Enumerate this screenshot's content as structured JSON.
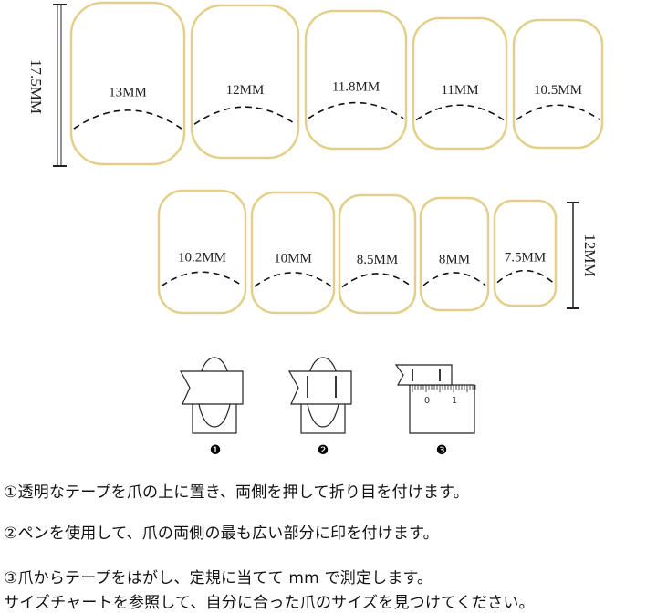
{
  "colors": {
    "nail_outline": "#e2d08a",
    "line": "#111111"
  },
  "length_rulers": [
    {
      "label": "17.5MM"
    },
    {
      "label": "12MM"
    }
  ],
  "nails": [
    {
      "label": "13MM"
    },
    {
      "label": "12MM"
    },
    {
      "label": "11.8MM"
    },
    {
      "label": "11MM"
    },
    {
      "label": "10.5MM"
    },
    {
      "label": "10.2MM"
    },
    {
      "label": "10MM"
    },
    {
      "label": "8.5MM"
    },
    {
      "label": "8MM"
    },
    {
      "label": "7.5MM"
    }
  ],
  "steps_diagram": {
    "markers": [
      "❶",
      "❷",
      "❸"
    ],
    "ruler_ticks": [
      "0",
      "1"
    ]
  },
  "instructions": [
    "①透明なテープを爪の上に置き、両側を押して折り目を付けます。",
    "②ペンを使用して、爪の両側の最も広い部分に印を付けます。",
    "③爪からテープをはがし、定規に当てて mm で測定します。",
    "サイズチャートを参照して、自分に合った爪のサイズを見つけてください。"
  ]
}
